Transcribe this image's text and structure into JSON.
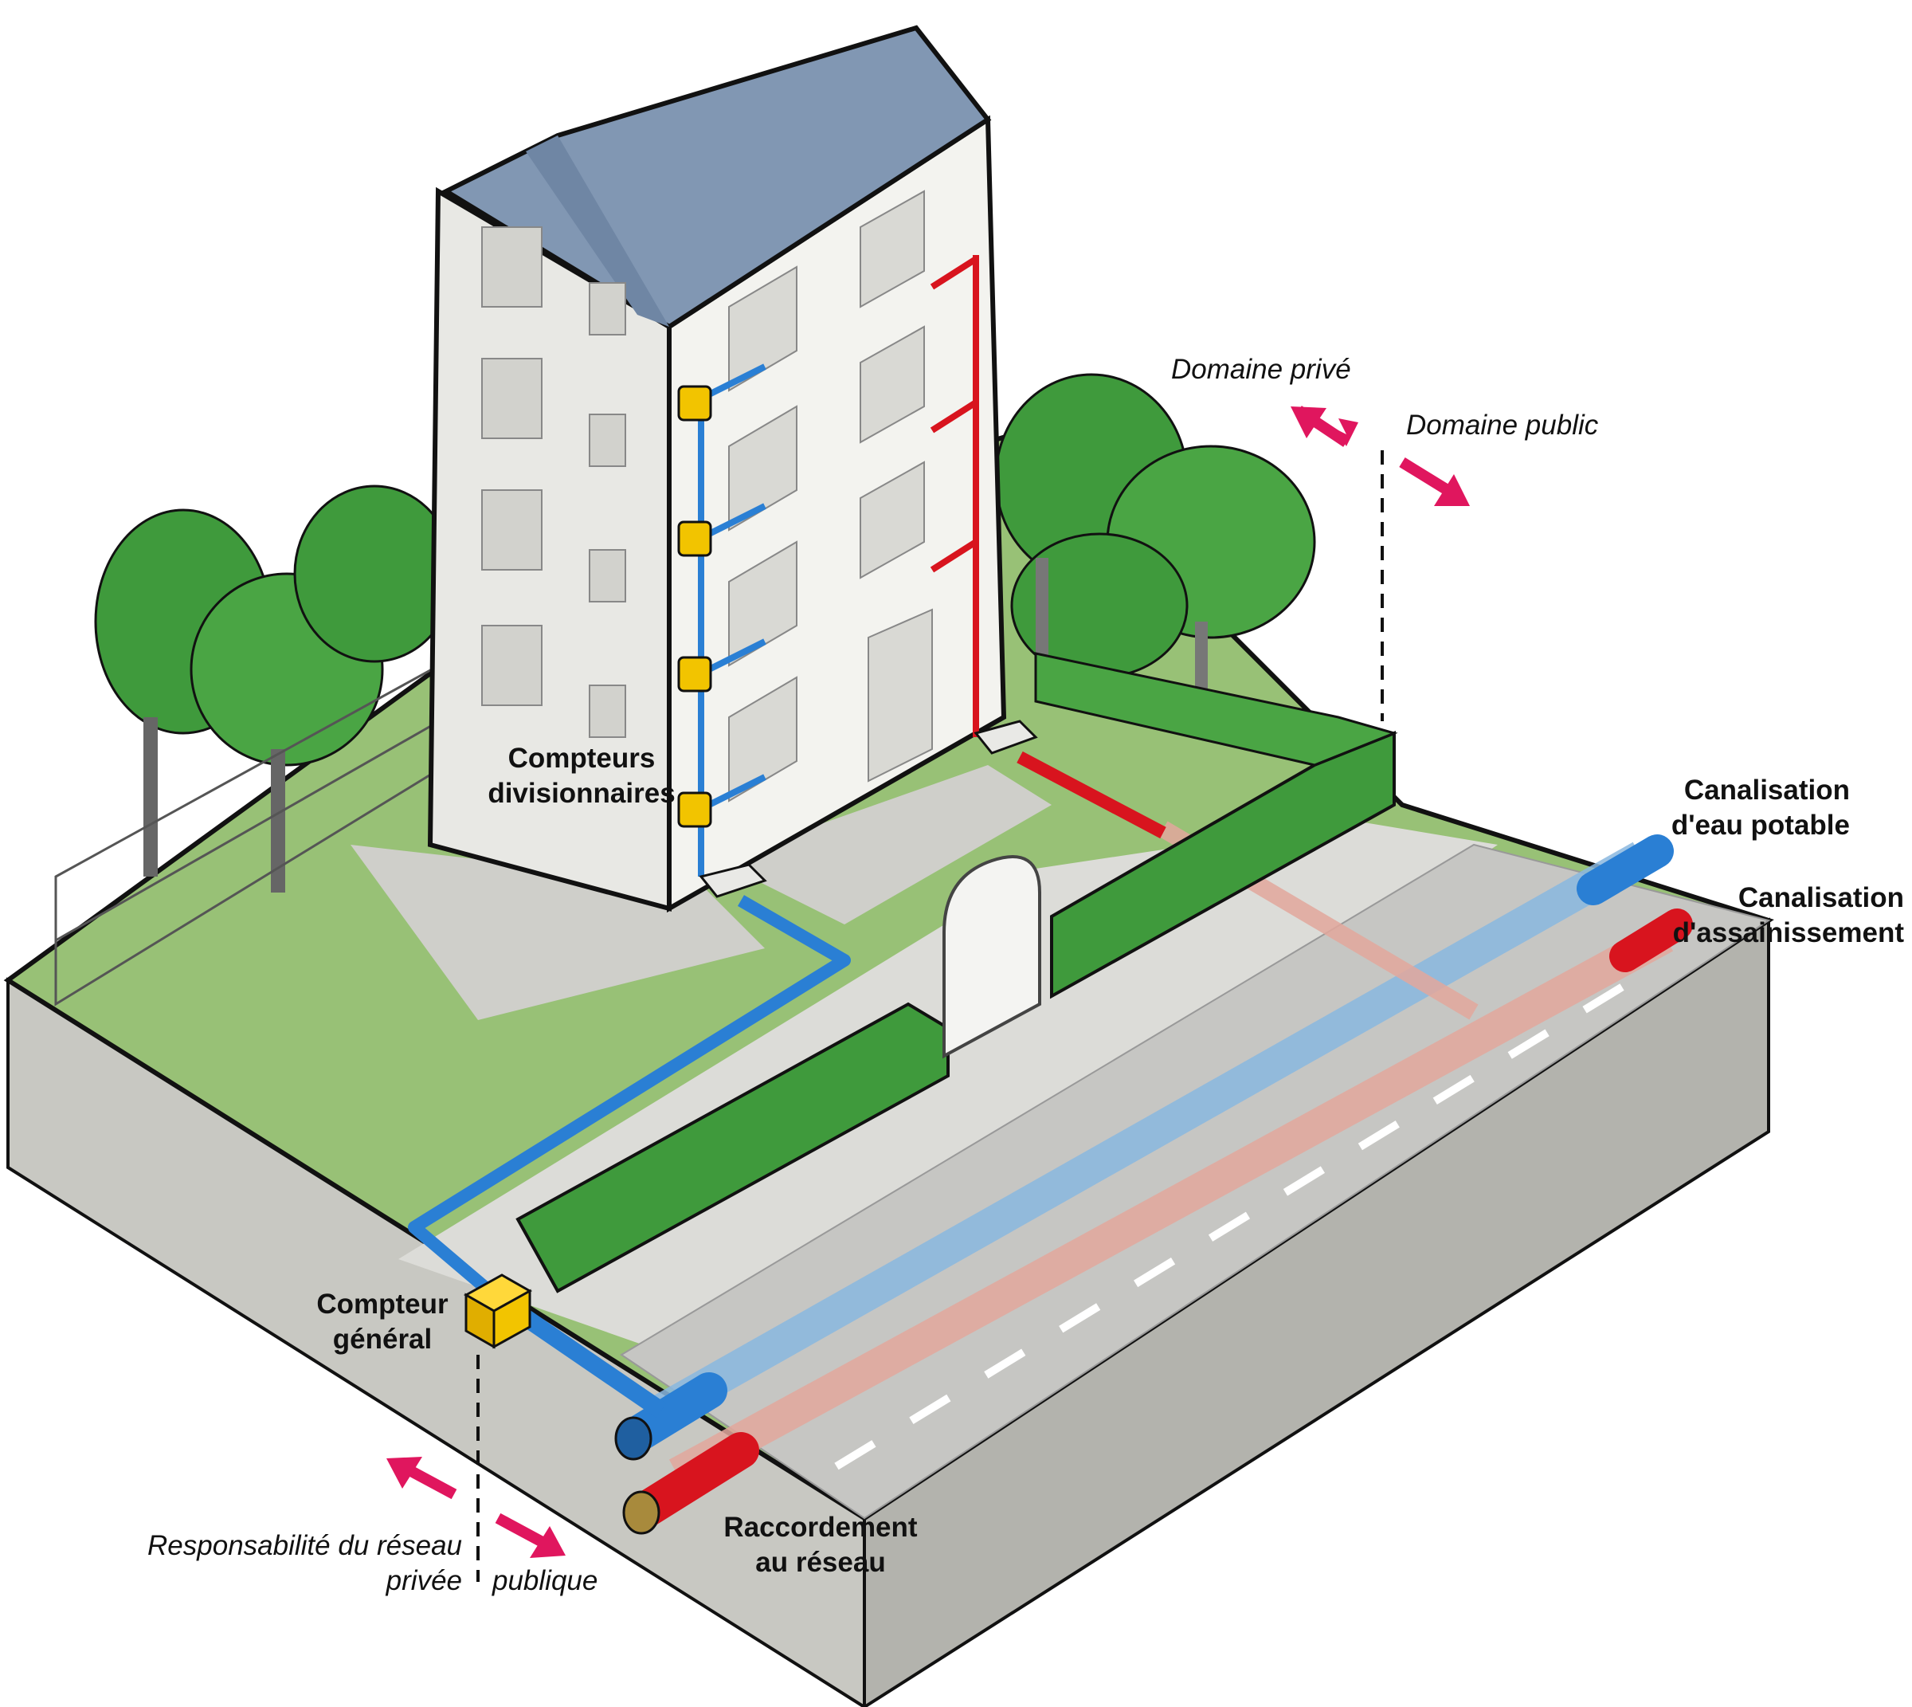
{
  "labels": {
    "compteurs_divisionnaires": [
      "Compteurs",
      "divisionnaires"
    ],
    "compteur_general": [
      "Compteur",
      "général"
    ],
    "raccordement": [
      "Raccordement",
      "au réseau"
    ],
    "eau_potable": [
      "Canalisation",
      "d'eau potable"
    ],
    "assainissement": [
      "Canalisation",
      "d'assainissement"
    ],
    "domaine_prive": "Domaine privé",
    "domaine_public": "Domaine public",
    "responsabilite": "Responsabilité du réseau",
    "privee": "privée",
    "publique": "publique"
  },
  "icons": [
    "building",
    "water-meter",
    "pipe",
    "hedge",
    "tree",
    "fence",
    "gate",
    "road",
    "arrow"
  ],
  "colors": {
    "water_pipe": "#2a7fd4",
    "sewer_pipe": "#d8141e",
    "arrow": "#e0165e",
    "meter": "#f2c400",
    "lawn": "#8fbf6a",
    "hedge": "#3f9a3c",
    "roof": "#8197b3",
    "wall": "#eeeeea",
    "ground": "#c9c9c4",
    "pavement": "#d9d9d6"
  }
}
